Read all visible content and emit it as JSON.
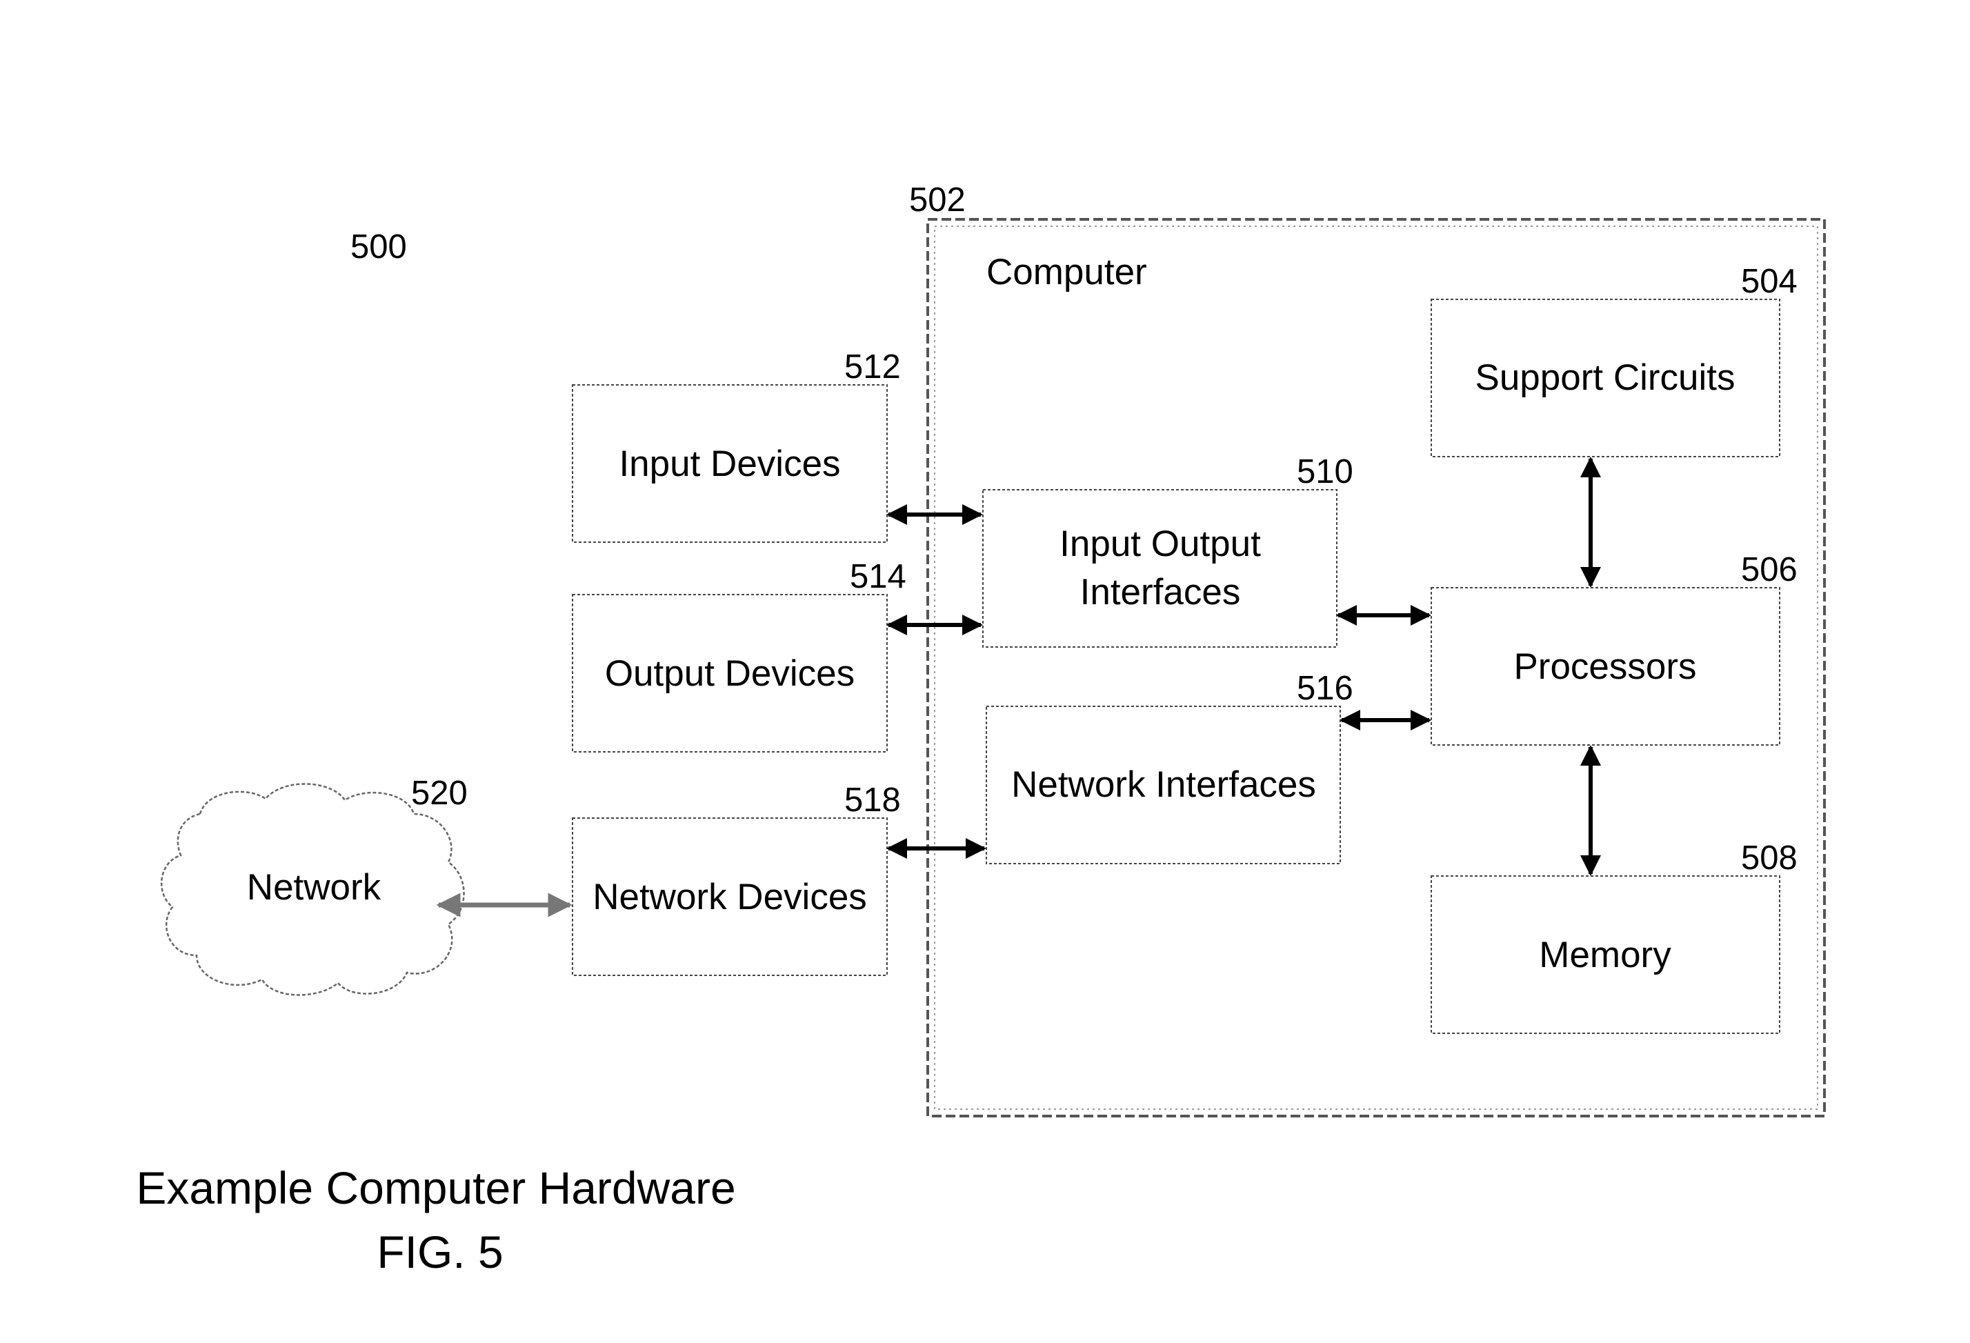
{
  "figure_ref": "500",
  "caption": {
    "title": "Example Computer Hardware",
    "fig": "FIG. 5"
  },
  "computer": {
    "ref": "502",
    "label": "Computer"
  },
  "blocks": {
    "support_circuits": {
      "ref": "504",
      "label": "Support Circuits"
    },
    "processors": {
      "ref": "506",
      "label": "Processors"
    },
    "memory": {
      "ref": "508",
      "label": "Memory"
    },
    "io_interfaces": {
      "ref": "510",
      "label_line1": "Input Output",
      "label_line2": "Interfaces"
    },
    "input_devices": {
      "ref": "512",
      "label": "Input Devices"
    },
    "output_devices": {
      "ref": "514",
      "label": "Output Devices"
    },
    "network_interfaces": {
      "ref": "516",
      "label": "Network Interfaces"
    },
    "network_devices": {
      "ref": "518",
      "label": "Network Devices"
    },
    "network": {
      "ref": "520",
      "label": "Network"
    }
  }
}
